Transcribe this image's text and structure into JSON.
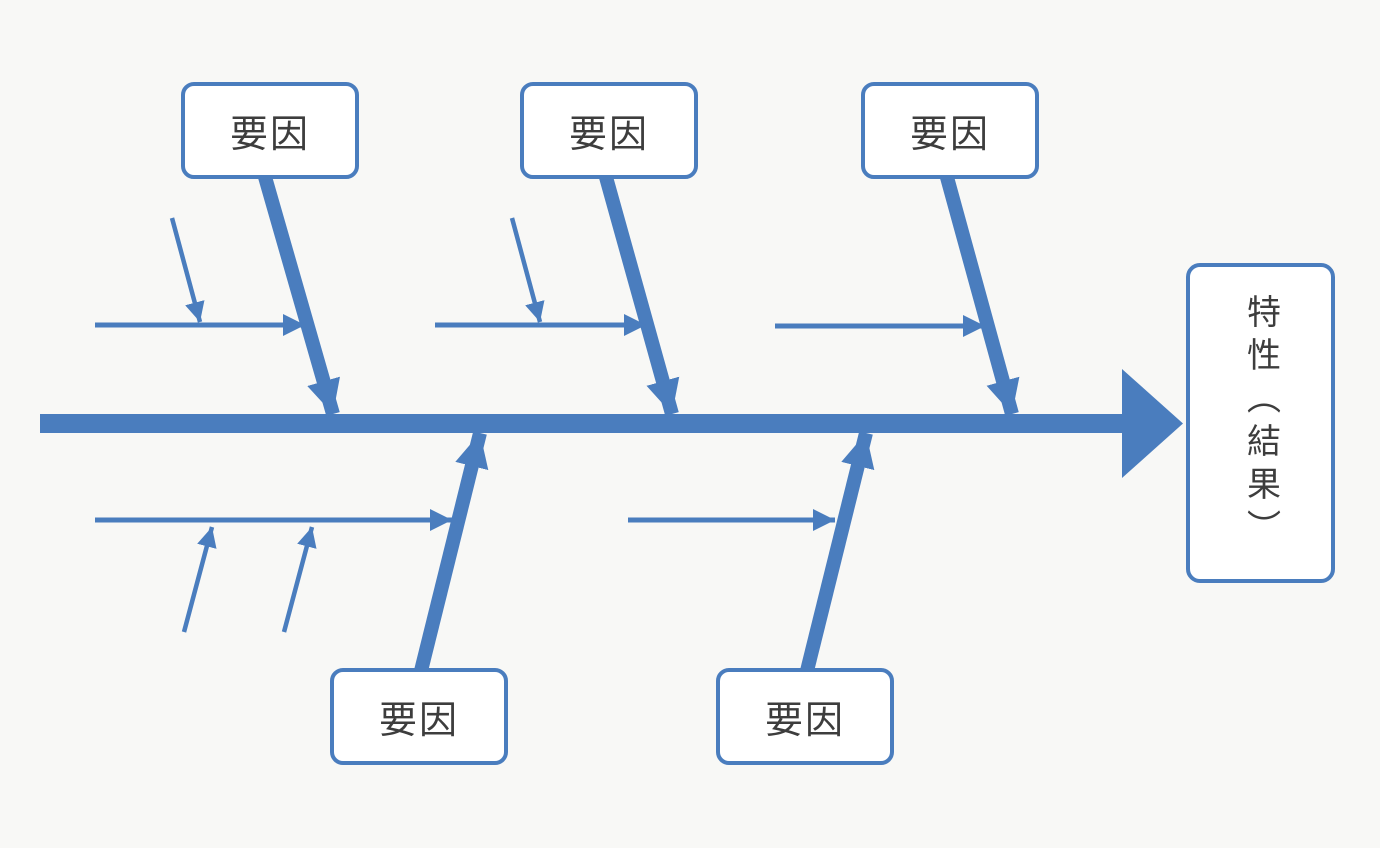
{
  "diagram": {
    "type": "fishbone-cause-effect",
    "effect": {
      "label": "特性（結果）"
    },
    "top_causes": [
      {
        "label": "要因"
      },
      {
        "label": "要因"
      },
      {
        "label": "要因"
      }
    ],
    "bottom_causes": [
      {
        "label": "要因"
      },
      {
        "label": "要因"
      }
    ]
  },
  "colors": {
    "accent": "#4a7dbe",
    "text": "#3d3d3d",
    "background": "#f8f8f6",
    "box_background": "#ffffff"
  }
}
